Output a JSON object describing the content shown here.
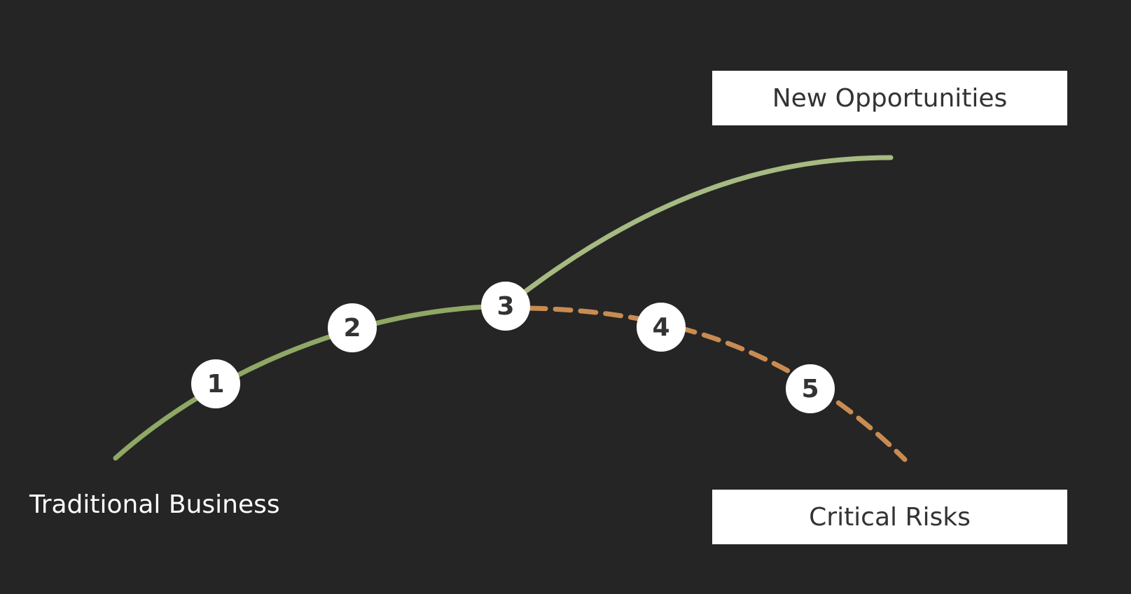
{
  "labels": {
    "traditional": "Traditional Business",
    "opportunities": "New Opportunities",
    "risks": "Critical Risks"
  },
  "steps": [
    {
      "label": "1"
    },
    {
      "label": "2"
    },
    {
      "label": "3"
    },
    {
      "label": "4"
    },
    {
      "label": "5"
    }
  ],
  "colors": {
    "background": "#252525",
    "traditional_curve": "#8fa865",
    "opportunity_curve": "#a6ba82",
    "risk_curve": "#c98b52",
    "box_fill": "#ffffff",
    "box_text": "#333333",
    "marker_fill": "#ffffff",
    "marker_text": "#333333"
  }
}
